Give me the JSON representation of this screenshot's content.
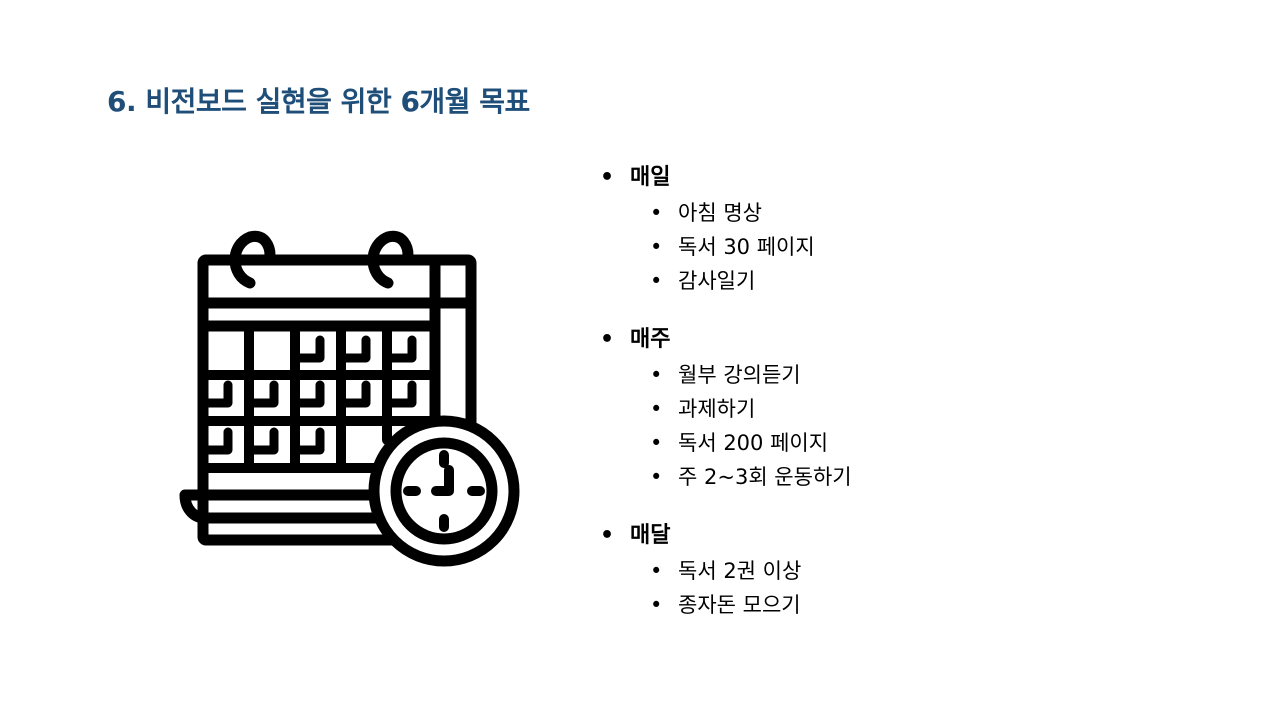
{
  "title": "6. 비전보드 실현을 위한 6개월 목표",
  "icon": "calendar-clock-icon",
  "groups": [
    {
      "label": "매일",
      "items": [
        "아침 명상",
        "독서 30 페이지",
        "감사일기"
      ]
    },
    {
      "label": "매주",
      "items": [
        "월부 강의듣기",
        "과제하기",
        "독서 200 페이지",
        "주 2~3회 운동하기"
      ]
    },
    {
      "label": "매달",
      "items": [
        "독서 2권 이상",
        "종자돈 모으기"
      ]
    }
  ]
}
